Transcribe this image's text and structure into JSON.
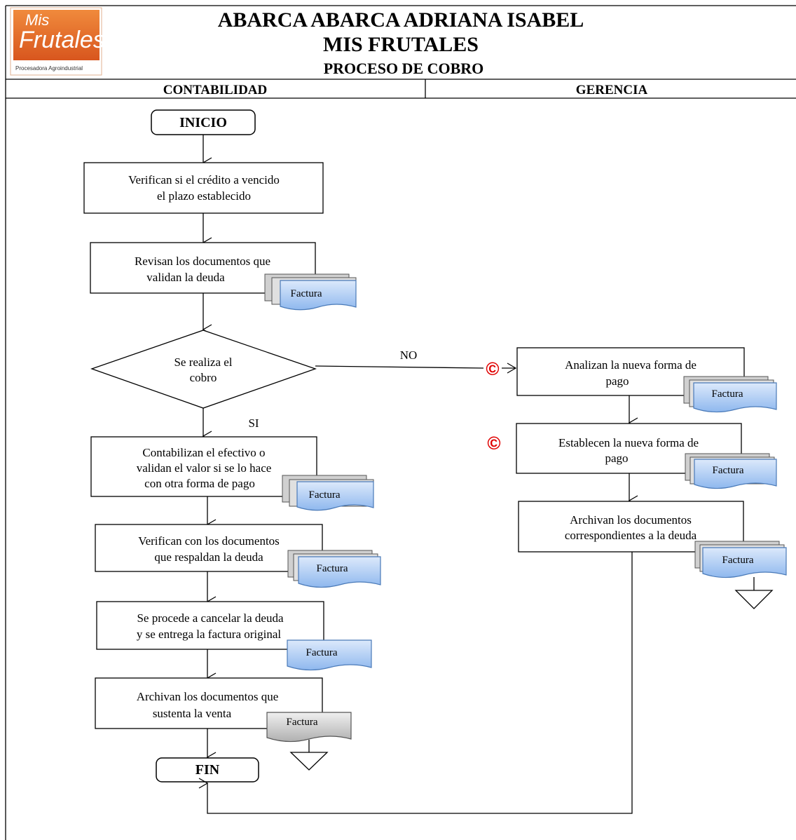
{
  "header": {
    "logo": {
      "word1": "Mis",
      "word2": "Frutales",
      "tagline": "Procesadora Agroindustrial"
    },
    "title_line1": "ABARCA ABARCA ADRIANA ISABEL",
    "title_line2": "MIS FRUTALES",
    "title_line3": "PROCESO DE COBRO"
  },
  "lanes": {
    "left": "CONTABILIDAD",
    "right": "GERENCIA"
  },
  "flow": {
    "start": "INICIO",
    "step1": [
      "Verifican si el crédito a vencido",
      "el plazo establecido"
    ],
    "step2": [
      "Revisan los documentos que",
      "validan la deuda"
    ],
    "decision": [
      "Se realiza el",
      "cobro"
    ],
    "branch_no": "NO",
    "branch_si": "SI",
    "step3": [
      "Contabilizan el efectivo o",
      "validan el valor si se lo hace",
      "con otra forma de pago"
    ],
    "step4": [
      "Verifican con los documentos",
      "que respaldan la deuda"
    ],
    "step5": [
      "Se procede a cancelar la deuda",
      "y se entrega la factura original"
    ],
    "step6": [
      "Archivan los documentos que",
      "sustenta la venta"
    ],
    "end": "FIN",
    "g_step1": [
      "Analizan la nueva forma de",
      "pago"
    ],
    "g_step2": [
      "Establecen la nueva forma de",
      "pago"
    ],
    "g_step3": [
      "Archivan los documentos",
      "correspondientes a la deuda"
    ],
    "doc_label": "Factura",
    "control_mark": "©"
  },
  "colors": {
    "doc_fill_top": "#dce9fb",
    "doc_fill_bottom": "#8fb8ee",
    "doc_stroke": "#4a7ab8",
    "gray_doc": "#c8c8c8",
    "control": "#e00000",
    "logo_bg": "#e46a2a"
  }
}
